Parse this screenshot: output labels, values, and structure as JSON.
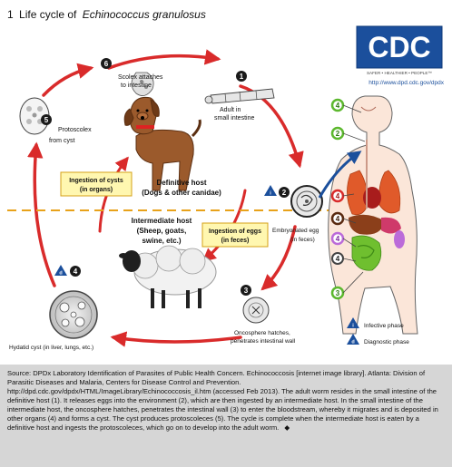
{
  "figure": {
    "number": "1",
    "title_prefix": "Life cycle of",
    "title_species": "Echinococcus granulosus"
  },
  "cdc": {
    "logo_text": "CDC",
    "tagline": "SAFER • HEALTHIER • PEOPLE™",
    "url": "http://www.dpd.cdc.gov/dpdx"
  },
  "stages": {
    "s1": {
      "num": "1",
      "label1": "Adult in",
      "label2": "small intestine"
    },
    "s2": {
      "num": "2",
      "label1": "Embryonated egg",
      "label2": "(in feces)"
    },
    "s3": {
      "num": "3",
      "label1": "Oncosphere hatches,",
      "label2": "penetrates intestinal wall"
    },
    "s4": {
      "num": "4",
      "label1": "Hydatid cyst (in liver, lungs, etc.)"
    },
    "s5": {
      "num": "5",
      "label1": "Protoscolex",
      "label2": "from cyst"
    },
    "s6": {
      "num": "6",
      "label1": "Scolex attaches",
      "label2": "to intestine"
    }
  },
  "hosts": {
    "definitive_title": "Definitive host",
    "definitive_sub": "(Dogs & other canidae)",
    "intermediate_title": "Intermediate host",
    "intermediate_sub1": "(Sheep, goats,",
    "intermediate_sub2": "swine, etc.)"
  },
  "boxes": {
    "cysts_line1": "Ingestion of cysts",
    "cysts_line2": "(in organs)",
    "eggs_line1": "Ingestion of eggs",
    "eggs_line2": "(in feces)"
  },
  "organ_markers": [
    "4",
    "2",
    "4",
    "4",
    "4",
    "4",
    "3"
  ],
  "legend": {
    "infective_symbol": "i",
    "infective": "Infective phase",
    "diagnostic_symbol": "d",
    "diagnostic": "Diagnostic phase"
  },
  "caption": "Source: DPDx Laboratory Identification of Parasites of Public Health Concern. Echinococcosis [internet image library]. Atlanta: Division of Parasitic Diseases and Malaria, Centers for Disease Control and Prevention. http://dpd.cdc.gov/dpdx/HTML/ImageLibrary/Echinococcosis_il.htm (accessed Feb 2013). The adult worm resides in the small intestine of the definitive host (1). It releases eggs into the environment (2), which are then ingested by an intermediate host. In the small intestine of the intermediate host, the oncosphere hatches, penetrates the intestinal wall (3) to enter the bloodstream, whereby it migrates and is deposited in other organs (4) and forms a cyst. The cyst produces protoscoleces (5). The cycle is complete when the intermediate host is eaten by a definitive host and ingests the protoscoleces, which go on to develop into the adult worm.",
  "end_mark": "◆",
  "colors": {
    "cycle_arrow": "#d92b2b",
    "dashed_line": "#e8a21a",
    "box_fill": "#fff7b0",
    "box_border": "#d4a017",
    "cdc_blue": "#1b4f9c",
    "caption_bg": "#d6d6d6"
  }
}
